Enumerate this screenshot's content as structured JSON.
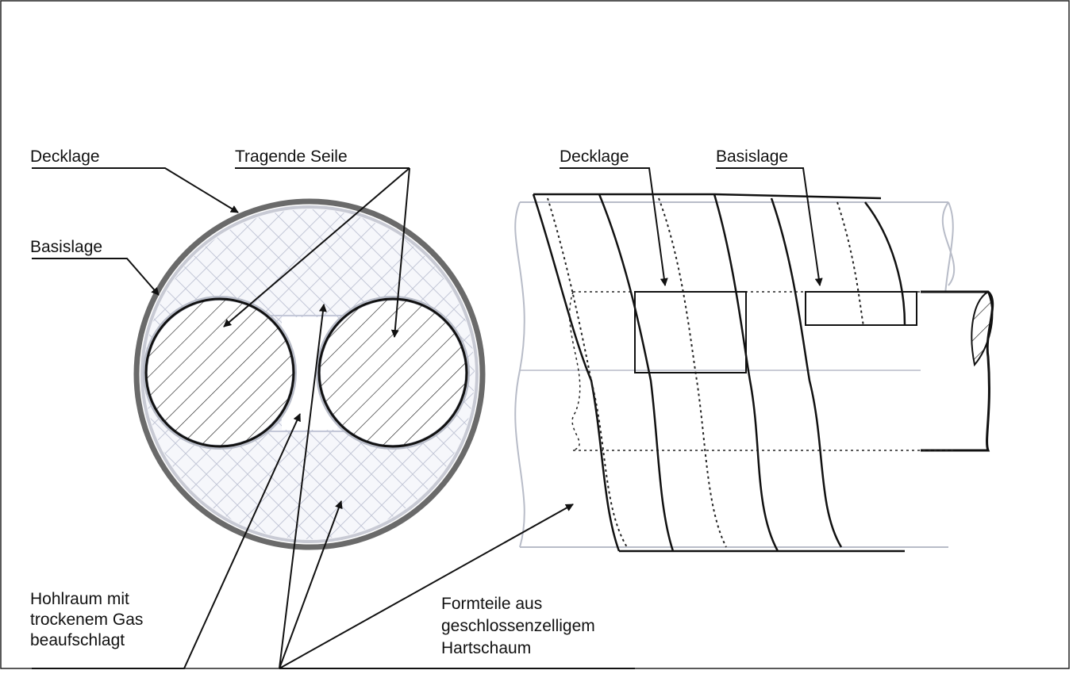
{
  "labels": {
    "left_decklage": "Decklage",
    "left_tragende_seile": "Tragende Seile",
    "left_basislage": "Basislage",
    "right_decklage": "Decklage",
    "right_basislage": "Basislage",
    "hohlraum": [
      "Hohlraum mit",
      "trockenem Gas",
      "beaufschlagt"
    ],
    "formteile": [
      "Formteile aus",
      "geschlossenzelligem",
      "Hartschaum"
    ]
  },
  "colors": {
    "line": "#111111",
    "outer_ring": "#6a6a6a",
    "foam_hatch": "#c4c8d8",
    "faint_pipe": "#b8bcc8"
  }
}
